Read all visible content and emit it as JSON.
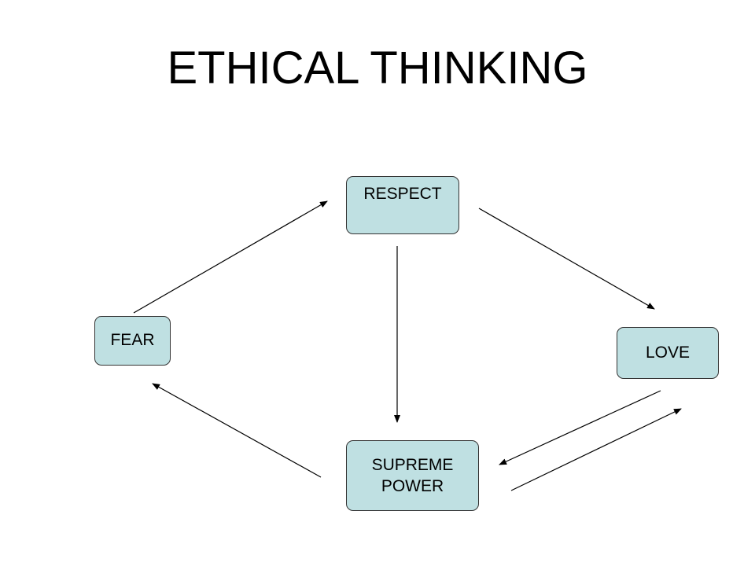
{
  "title": "ETHICAL THINKING",
  "nodes": {
    "respect": "RESPECT",
    "fear": "FEAR",
    "love": "LOVE",
    "supreme_power": "SUPREME\nPOWER"
  },
  "edges": [
    {
      "from": "fear",
      "to": "respect"
    },
    {
      "from": "respect",
      "to": "love"
    },
    {
      "from": "respect",
      "to": "supreme_power"
    },
    {
      "from": "love",
      "to": "supreme_power"
    },
    {
      "from": "supreme_power",
      "to": "love"
    },
    {
      "from": "supreme_power",
      "to": "fear"
    }
  ],
  "colors": {
    "node_fill": "#bfe0e2",
    "node_border": "#333333",
    "arrow": "#000000"
  }
}
